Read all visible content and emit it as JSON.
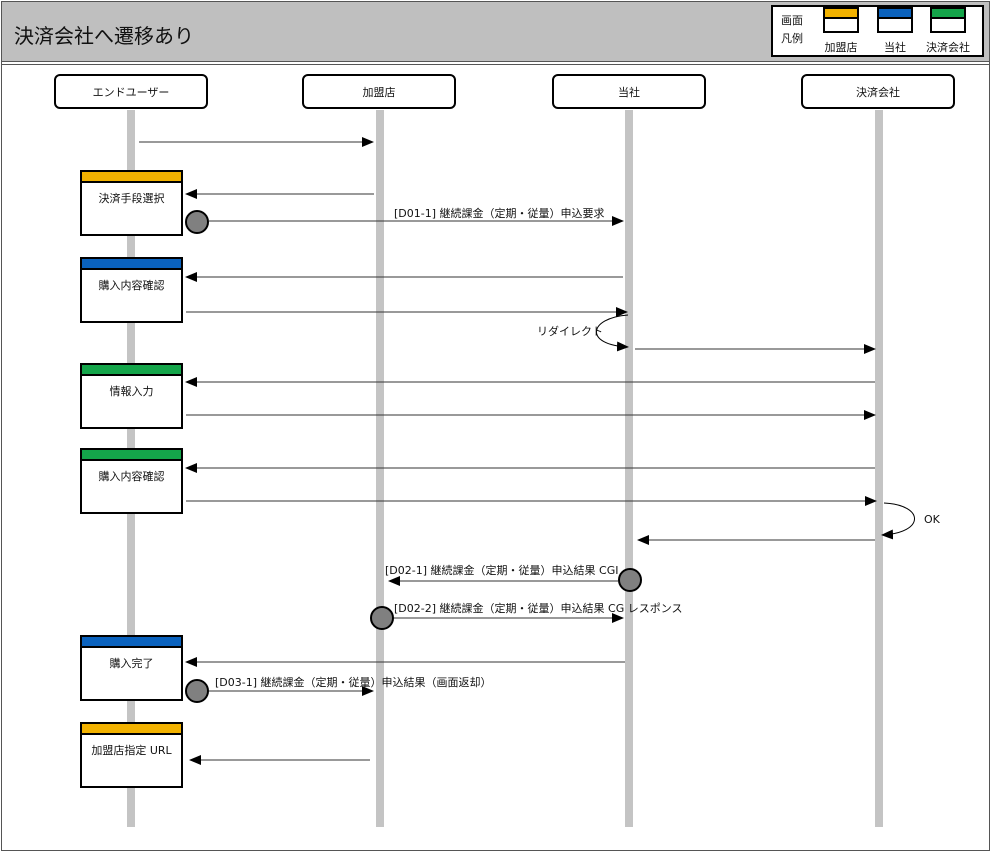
{
  "title": "決済会社へ遷移あり",
  "legend": {
    "heading_line1": "画面",
    "heading_line2": "凡例",
    "items": [
      {
        "label": "加盟店",
        "color": "#f2b200"
      },
      {
        "label": "当社",
        "color": "#0a62be"
      },
      {
        "label": "決済会社",
        "color": "#14a54a"
      }
    ]
  },
  "actors": [
    {
      "name": "エンドユーザー"
    },
    {
      "name": "加盟店"
    },
    {
      "name": "当社"
    },
    {
      "name": "決済会社"
    }
  ],
  "screens": [
    {
      "label": "決済手段選択",
      "owner": "加盟店",
      "color": "#f2b200"
    },
    {
      "label": "購入内容確認",
      "owner": "当社",
      "color": "#0a62be"
    },
    {
      "label": "情報入力",
      "owner": "決済会社",
      "color": "#14a54a"
    },
    {
      "label": "購入内容確認",
      "owner": "決済会社",
      "color": "#14a54a"
    },
    {
      "label": "購入完了",
      "owner": "当社",
      "color": "#0a62be"
    },
    {
      "label": "加盟店指定 URL",
      "owner": "加盟店",
      "color": "#f2b200"
    }
  ],
  "messages": {
    "d01_1": "[D01-1] 継続課金（定期・従量）申込要求",
    "redirect": "リダイレクト",
    "ok": "OK",
    "d02_1": "[D02-1] 継続課金（定期・従量）申込結果 CGI",
    "d02_2": "[D02-2] 継続課金（定期・従量）申込結果 CG レスポンス",
    "d03_1": "[D03-1] 継続課金（定期・従量）申込結果（画面返却）"
  }
}
